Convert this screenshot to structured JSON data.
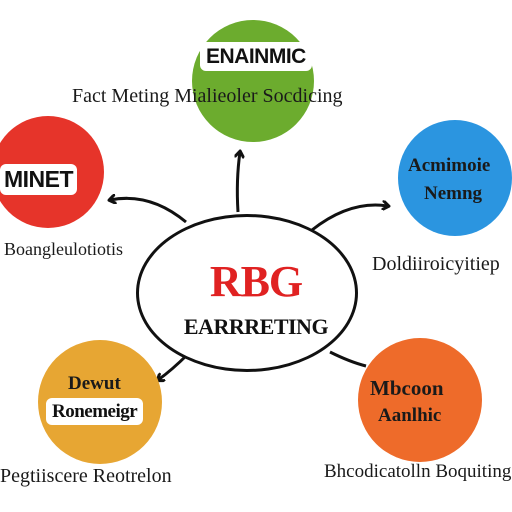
{
  "center": {
    "title": "RBG",
    "subtitle": "EARRRETING"
  },
  "top": {
    "circle_text": "ENAINMIC",
    "caption": "Fact Meting Mialieoler Socdicing",
    "color": "#6cac2e"
  },
  "left": {
    "circle_text": "MINET",
    "caption": "Boangleulotiotis",
    "color": "#e6342a"
  },
  "right": {
    "circle_text_line1": "Acmimoie",
    "circle_text_line2": "Nemng",
    "caption": "Doldiiroicyitiep",
    "color": "#2b95e0"
  },
  "bottom_left": {
    "circle_text_line1": "Dewut",
    "circle_text_line2": "Ronemeigr",
    "caption": "Pegtiiscere Reotrelon",
    "color": "#e7a633"
  },
  "bottom_right": {
    "circle_text_line1": "Mbcoon",
    "circle_text_line2": "Aanlhic",
    "caption": "Bhcodicatolln Boquiting",
    "color": "#ee6b2a"
  }
}
